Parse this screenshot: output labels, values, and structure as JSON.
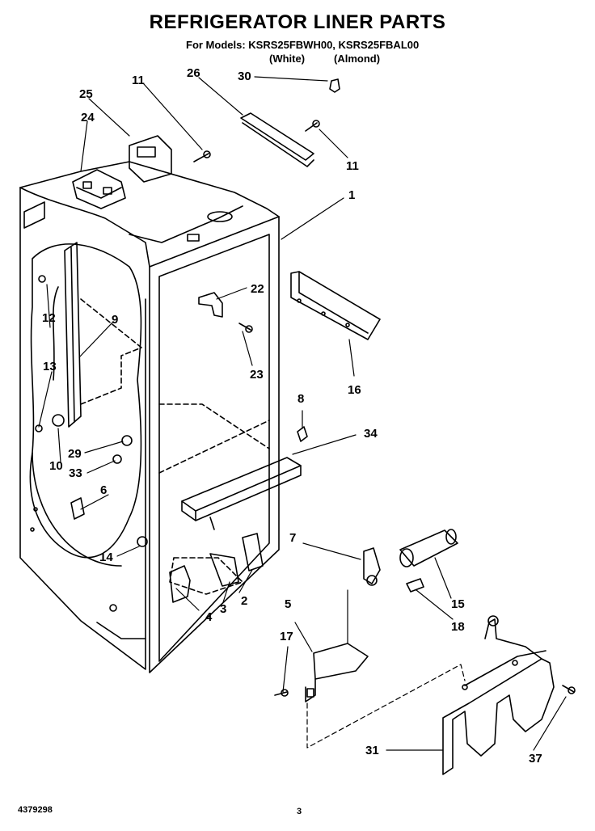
{
  "header": {
    "title": "REFRIGERATOR LINER PARTS",
    "models_line": "For Models: KSRS25FBWH00, KSRS25FBAL00",
    "variant_white": "(White)",
    "variant_almond": "(Almond)"
  },
  "callouts": {
    "c1": "1",
    "c2": "2",
    "c3": "3",
    "c4": "4",
    "c5": "5",
    "c6": "6",
    "c7": "7",
    "c8": "8",
    "c9": "9",
    "c10": "10",
    "c11a": "11",
    "c11b": "11",
    "c12": "12",
    "c13": "13",
    "c14": "14",
    "c15": "15",
    "c16": "16",
    "c17": "17",
    "c18": "18",
    "c22": "22",
    "c23": "23",
    "c24": "24",
    "c25": "25",
    "c26": "26",
    "c29": "29",
    "c30": "30",
    "c31": "31",
    "c33": "33",
    "c34": "34",
    "c37": "37"
  },
  "footer": {
    "doc_number": "4379298",
    "page_number": "3"
  }
}
